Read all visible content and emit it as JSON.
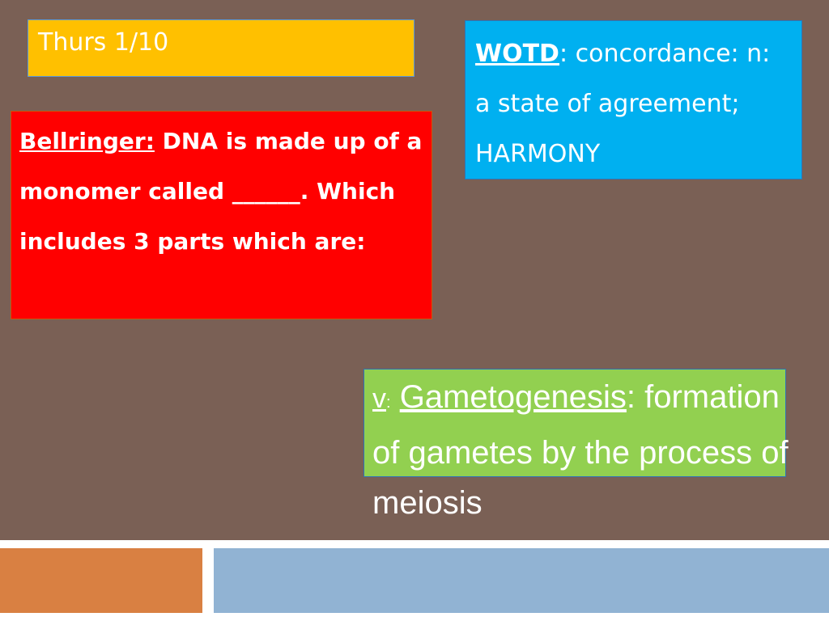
{
  "date": "Thurs 1/10",
  "wotd": {
    "label": "WOTD",
    "rest_line1": ": concordance: n:",
    "line2": "a state of agreement;",
    "line3": "HARMONY"
  },
  "bellringer": {
    "label": "Bellringer:",
    "rest": " DNA is made up of a monomer called ______. Which includes 3 parts which are:"
  },
  "vocab": {
    "bullet": "v",
    "colon_small": ":",
    "term": "Gametogenesis",
    "colon": ":",
    "definition": "formation of gametes by the process of meiosis"
  },
  "colors": {
    "background": "#7a6055",
    "date_box": "#ffc000",
    "wotd_box": "#00b0f0",
    "bellringer_box": "#ff0000",
    "vocab_box": "#92d050",
    "orange_block": "#d98042",
    "blue_block": "#91b3d3"
  }
}
